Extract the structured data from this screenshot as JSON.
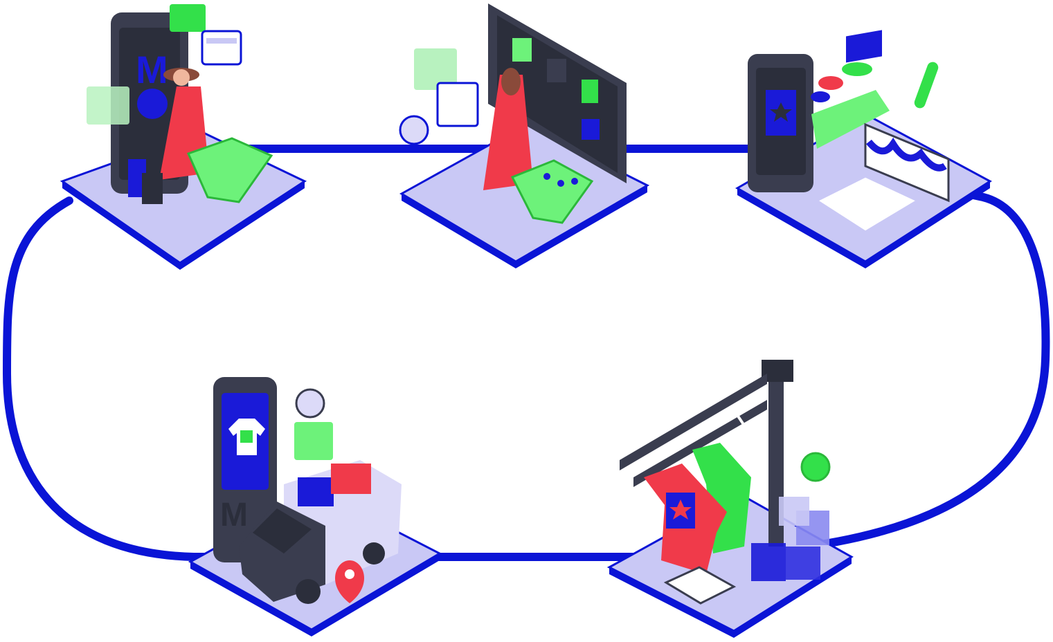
{
  "diagram": {
    "type": "isometric-process-loop",
    "colors": {
      "track": "#0a14d6",
      "platform": "#c9c8f5",
      "platform_edge": "#0a14d6",
      "device": "#3a3d4f",
      "device_dark": "#2b2e3b",
      "accent_green": "#33e04a",
      "accent_red": "#f03a4a",
      "accent_blue": "#1a1ad8",
      "accent_lavender": "#dcdaf8"
    },
    "brand_mark": "M",
    "stations": [
      {
        "id": "browse",
        "icons": [
          "smartphone-icon",
          "woman-shopper-icon",
          "shopping-basket-icon",
          "shopping-bag-icon",
          "credit-card-icon",
          "chat-bubble-icon"
        ]
      },
      {
        "id": "select",
        "icons": [
          "monitor-icon",
          "woman-shopper-icon",
          "shopping-basket-icon",
          "browser-window-icon",
          "clock-icon",
          "chat-bubble-icon"
        ]
      },
      {
        "id": "print",
        "icons": [
          "tablet-icon",
          "star-icon",
          "ink-tray-icon",
          "paint-roller-icon",
          "printed-shirt-icon"
        ]
      },
      {
        "id": "produce",
        "icons": [
          "rail-crane-icon",
          "t-shirt-icon",
          "hanger-icon",
          "box-stack-icon",
          "clipboard-icon",
          "clock-icon"
        ]
      },
      {
        "id": "deliver",
        "icons": [
          "smartphone-icon",
          "t-shirt-icon",
          "delivery-truck-icon",
          "location-pin-icon",
          "clock-icon",
          "chat-bubble-icon"
        ]
      }
    ]
  }
}
